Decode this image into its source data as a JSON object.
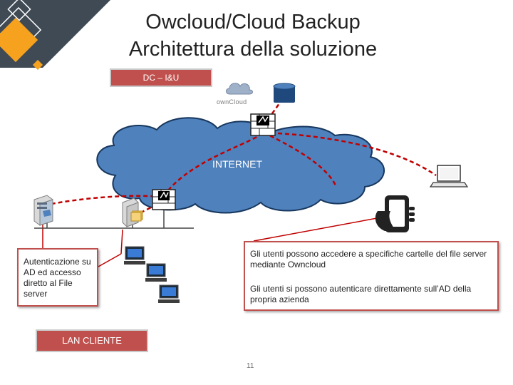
{
  "title": {
    "line1": "Owcloud/Cloud Backup",
    "line2": "Architettura della soluzione"
  },
  "labels": {
    "dc": "DC – I&U",
    "internet": "INTERNET",
    "lan": "LAN CLIENTE",
    "owncloud_logo": "ownCloud"
  },
  "callouts": {
    "left": "Autenticazione su AD ed accesso diretto al File server",
    "right_1": "Gli utenti possono accedere a specifiche cartelle del file server mediante Owncloud",
    "right_2": "Gli utenti si possono autenticare direttamente sull’AD della propria azienda"
  },
  "page_number": "11",
  "colors": {
    "label_box_fill": "#c0504d",
    "cloud_fill": "#4f81bd",
    "cloud_stroke": "#17375e",
    "dashed_link": "#c00000",
    "corner_dark": "#3f4a55",
    "corner_accent": "#f6a21e"
  }
}
